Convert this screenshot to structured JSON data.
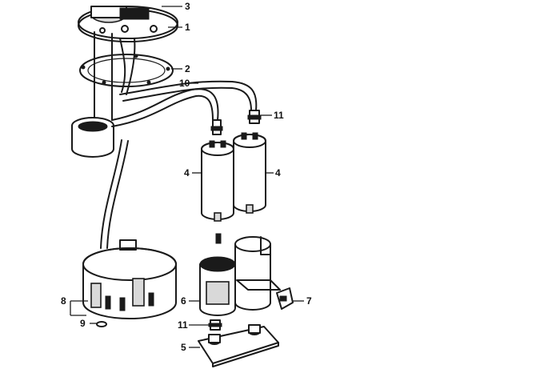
{
  "callouts": {
    "c1": "1",
    "c2": "2",
    "c3": "3",
    "c4a": "4",
    "c4b": "4",
    "c5": "5",
    "c6": "6",
    "c7": "7",
    "c8": "8",
    "c9": "9",
    "c10": "10",
    "c11a": "11",
    "c11b": "11"
  }
}
